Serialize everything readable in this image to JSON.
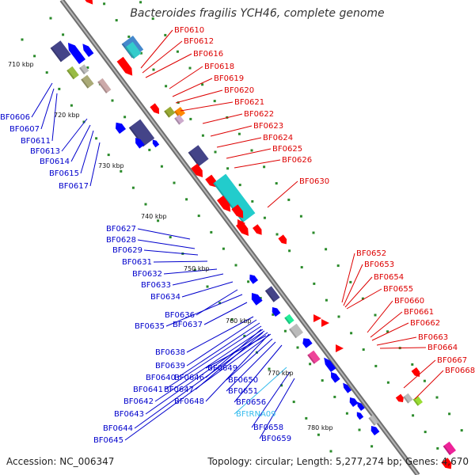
{
  "title": "Bacteroides fragilis YCH46, complete genome",
  "footer": {
    "accession": "Accession: NC_006347",
    "summary": "Topology: circular; Length: 5,277,274 bp; Genes: 4,670"
  },
  "ticks": [
    "710 kbp",
    "720 kbp",
    "730 kbp",
    "740 kbp",
    "750 kbp",
    "760 kbp",
    "770 kbp",
    "780 kbp"
  ],
  "colors": {
    "forward": "#ff0000",
    "reverse": "#0000ff",
    "rna": "#33bbee",
    "backbone": "#888888",
    "dots": "#2a8a2a"
  },
  "labels_left": [
    "BF0606",
    "BF0607",
    "BF0611",
    "BF0613",
    "BF0614",
    "BF0615",
    "BF0617"
  ],
  "labels_right_top": [
    "BF0610",
    "BF0612",
    "BF0616",
    "BF0618",
    "BF0619",
    "BF0620",
    "BF0621",
    "BF0622",
    "BF0623",
    "BF0624",
    "BF0625",
    "BF0626",
    "BF0630"
  ],
  "labels_mid": [
    "BF0627",
    "BF0628",
    "BF0629",
    "BF0631",
    "BF0632",
    "BF0633",
    "BF0634",
    "BF0636",
    "BF0635",
    "BF0637"
  ],
  "labels_bottom_left": [
    "BF0638",
    "BF0639",
    "BF0640",
    "BF0641",
    "BF0642",
    "BF0643",
    "BF0644",
    "BF0645"
  ],
  "labels_bottom_mid": [
    "BF0646",
    "BF0647",
    "BF0648",
    "BF0649",
    "BF0650",
    "BF0651",
    "BF0656",
    "BFtRNA09",
    "BF0658",
    "BF0659"
  ],
  "labels_right_bottom": [
    "BF0652",
    "BF0653",
    "BF0654",
    "BF0655",
    "BF0660",
    "BF0661",
    "BF0662",
    "BF0663",
    "BF0664",
    "BF0667",
    "BF0668"
  ]
}
